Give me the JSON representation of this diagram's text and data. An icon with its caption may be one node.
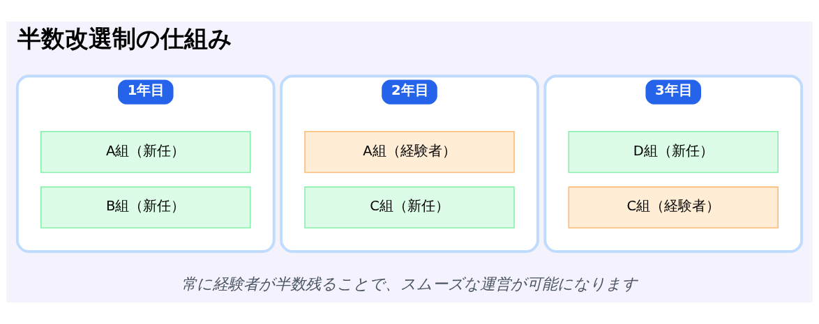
{
  "diagram": {
    "title": "半数改選制の仕組み",
    "caption": "常に経験者が半数残ることで、スムーズな運営が可能になります",
    "nodes": [
      {
        "text": [
          "1年目"
        ]
      },
      {
        "text": [
          "A組（新任）"
        ],
        "in": 0
      },
      {
        "text": [
          "B組（新任）"
        ],
        "in": 0
      },
      {
        "text": [
          "2年目"
        ]
      },
      {
        "text": [
          "A組（経験者）"
        ],
        "in": 3
      },
      {
        "text": [
          "C組（新任）"
        ],
        "in": 3
      },
      {
        "text": [
          "3年目"
        ]
      },
      {
        "text": [
          "D組（新任）"
        ],
        "in": 6
      },
      {
        "text": [
          "C組（経験者）"
        ],
        "in": 6
      }
    ],
    "edges": []
  }
}
